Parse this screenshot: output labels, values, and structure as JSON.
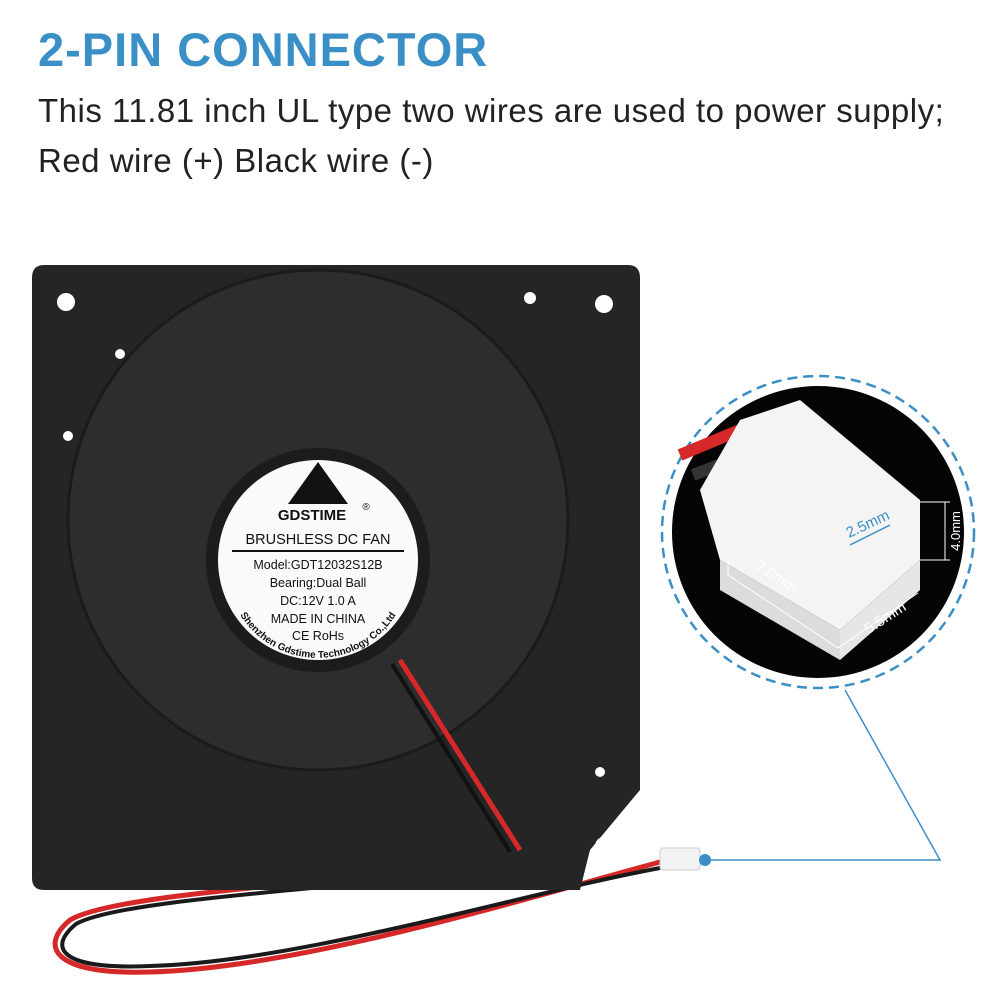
{
  "heading": "2-PIN CONNECTOR",
  "description": "This 11.81 inch UL type two wires are used to power supply;  Red wire (+) Black wire (-)",
  "fan_label": {
    "brand": "GDSTIME",
    "registered": "®",
    "product": "BRUSHLESS DC FAN",
    "model": "Model:GDT12032S12B",
    "bearing": "Bearing:Dual Ball",
    "rating": "DC:12V  1.0 A",
    "origin": "MADE IN CHINA",
    "certs": "CE  RoHs",
    "company": "Shenzhen Gdstime Technology Co.,Ltd"
  },
  "connector_dims": {
    "pitch": "2.5mm",
    "height": "4.0mm",
    "length": "7.0mm",
    "width": "5.5mm"
  },
  "colors": {
    "accent": "#3a8fc6",
    "fan": "#232323",
    "wire_red": "#d62828"
  }
}
